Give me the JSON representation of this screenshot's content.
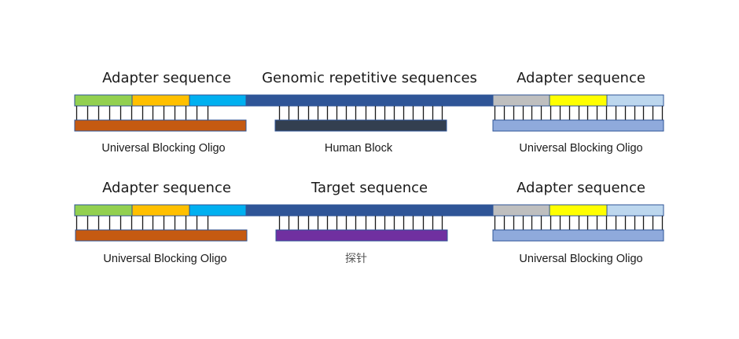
{
  "colors": {
    "green": "#92D050",
    "orange": "#FFC000",
    "cyan": "#00B0F0",
    "dark_blue": "#2F5597",
    "gray": "#BFBFBF",
    "yellow": "#FFFF00",
    "light_blue": "#BDD7EE",
    "rust": "#C55A11",
    "navy": "#333F50",
    "periwinkle": "#8FAADC",
    "purple": "#7030A0",
    "outline": "#2F5597",
    "tick": "#1a1a1a"
  },
  "rows": [
    {
      "headings": {
        "left": "Adapter sequence",
        "middle": "Genomic repetitive sequences",
        "right": "Adapter sequence"
      },
      "labels": {
        "left": "Universal Blocking Oligo",
        "middle": "Human Block",
        "right": "Universal Blocking Oligo"
      },
      "middle_oligo_color": "navy"
    },
    {
      "headings": {
        "left": "Adapter sequence",
        "middle": "Target sequence",
        "right": "Adapter sequence"
      },
      "labels": {
        "left": "Universal Blocking Oligo",
        "middle": "探针",
        "right": "Universal Blocking Oligo"
      },
      "middle_oligo_color": "purple"
    }
  ]
}
